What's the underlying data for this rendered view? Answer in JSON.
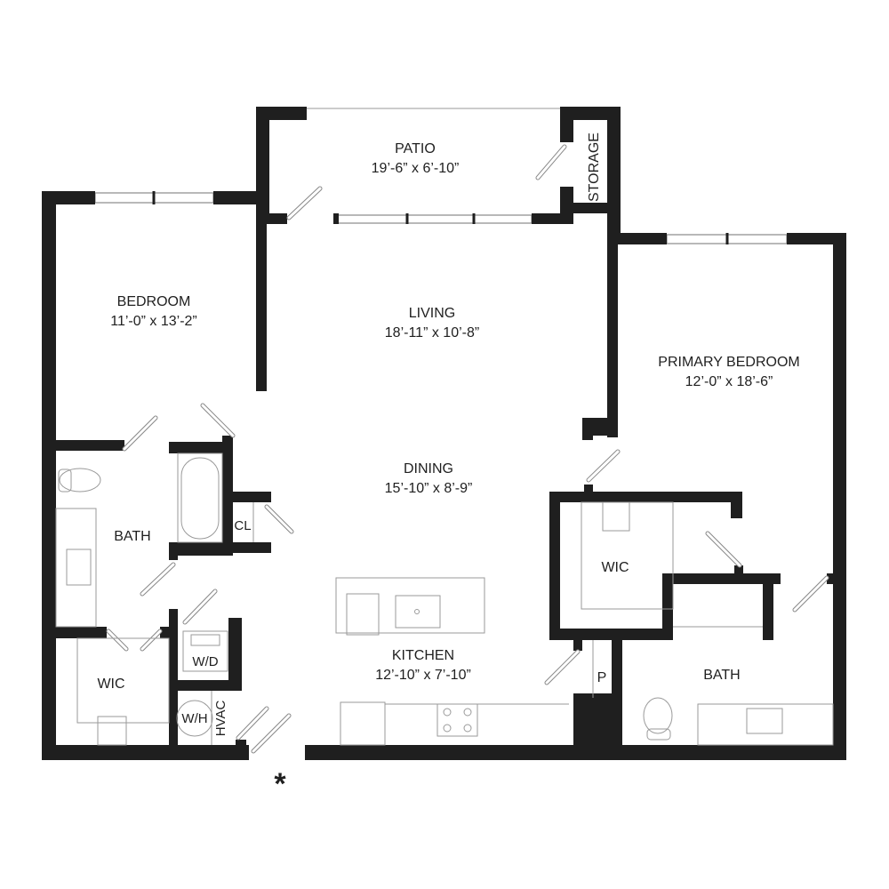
{
  "rooms": {
    "patio": {
      "name": "PATIO",
      "dims": "19’-6” x 6’-10”"
    },
    "storage": {
      "name": "STORAGE"
    },
    "bedroom": {
      "name": "BEDROOM",
      "dims": "11’-0” x 13’-2”"
    },
    "living": {
      "name": "LIVING",
      "dims": "18’-11” x 10’-8”"
    },
    "primary_bedroom": {
      "name": "PRIMARY BEDROOM",
      "dims": "12’-0” x 18’-6”"
    },
    "dining": {
      "name": "DINING",
      "dims": "15’-10” x 8’-9”"
    },
    "bath": {
      "name": "BATH"
    },
    "closet": {
      "name": "CL"
    },
    "wic": {
      "name": "WIC"
    },
    "primary_wic": {
      "name": "WIC"
    },
    "washer_dryer": {
      "name": "W/D"
    },
    "water_heater": {
      "name": "W/H"
    },
    "hvac": {
      "name": "HVAC"
    },
    "kitchen": {
      "name": "KITCHEN",
      "dims": "12’-10” x 7’-10”"
    },
    "pantry": {
      "name": "P"
    },
    "primary_bath": {
      "name": "BATH"
    }
  },
  "entry_marker": "*"
}
